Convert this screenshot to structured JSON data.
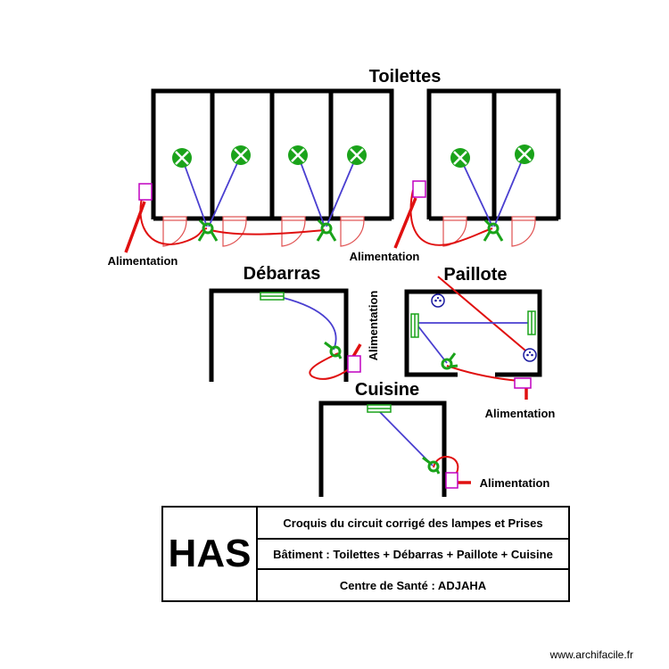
{
  "rooms": {
    "toilettes": "Toilettes",
    "debarras": "Débarras",
    "paillote": "Paillote",
    "cuisine": "Cuisine"
  },
  "supply_label": "Alimentation",
  "cartouche": {
    "logo": "HAS",
    "line1": "Croquis du circuit corrigé des lampes et Prises",
    "line2": "Bâtiment : Toilettes + Débarras + Paillote + Cuisine",
    "line3": "Centre de Santé : ADJAHA"
  },
  "watermark": "www.archifacile.fr",
  "colors": {
    "wall": "#000000",
    "lamp": "#1aa31a",
    "circuit_blue": "#4a3fd0",
    "circuit_red": "#e01010",
    "supply_box": "#c000c0",
    "door": "#e05050"
  }
}
